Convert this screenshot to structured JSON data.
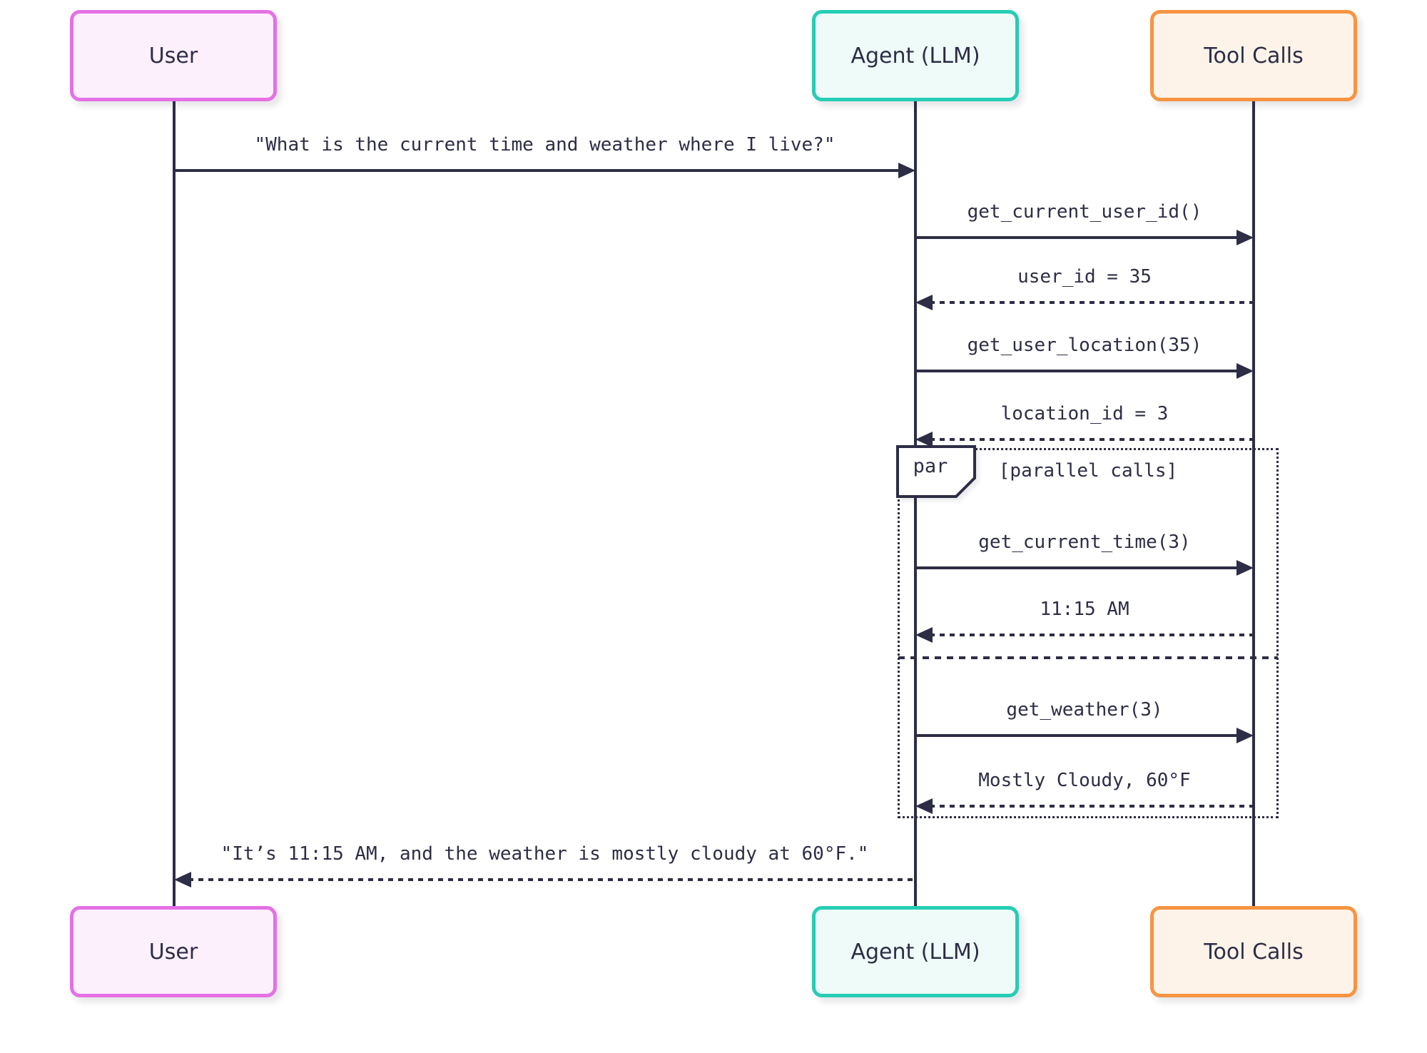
{
  "diagram": {
    "type": "sequence-diagram",
    "participants": [
      {
        "id": "user",
        "label": "User"
      },
      {
        "id": "agent",
        "label": "Agent (LLM)"
      },
      {
        "id": "tool",
        "label": "Tool Calls"
      }
    ],
    "messages": [
      {
        "from": "user",
        "to": "agent",
        "style": "solid",
        "label": "\"What is the current time and weather where I live?\""
      },
      {
        "from": "agent",
        "to": "tool",
        "style": "solid",
        "label": "get_current_user_id()"
      },
      {
        "from": "tool",
        "to": "agent",
        "style": "dotted",
        "label": "user_id = 35"
      },
      {
        "from": "agent",
        "to": "tool",
        "style": "solid",
        "label": "get_user_location(35)"
      },
      {
        "from": "tool",
        "to": "agent",
        "style": "dotted",
        "label": "location_id = 3"
      },
      {
        "from": "agent",
        "to": "tool",
        "style": "solid",
        "label": "get_current_time(3)"
      },
      {
        "from": "tool",
        "to": "agent",
        "style": "dotted",
        "label": "11:15 AM"
      },
      {
        "from": "agent",
        "to": "tool",
        "style": "solid",
        "label": "get_weather(3)"
      },
      {
        "from": "tool",
        "to": "agent",
        "style": "dotted",
        "label": "Mostly Cloudy, 60°F"
      },
      {
        "from": "agent",
        "to": "user",
        "style": "dotted",
        "label": "\"It’s 11:15 AM, and the weather is mostly cloudy at 60°F.\""
      }
    ],
    "par_block": {
      "keyword": "par",
      "condition": "[parallel calls]"
    }
  },
  "theme": {
    "ink": "#2d2d46",
    "bg": "#ffffff",
    "user-border": "#e570e5",
    "user-fill": "#fdf0fd",
    "agent-border": "#26cdb5",
    "agent-fill": "#eefbf8",
    "tool-border": "#f79441",
    "tool-fill": "#fdf3e9"
  }
}
